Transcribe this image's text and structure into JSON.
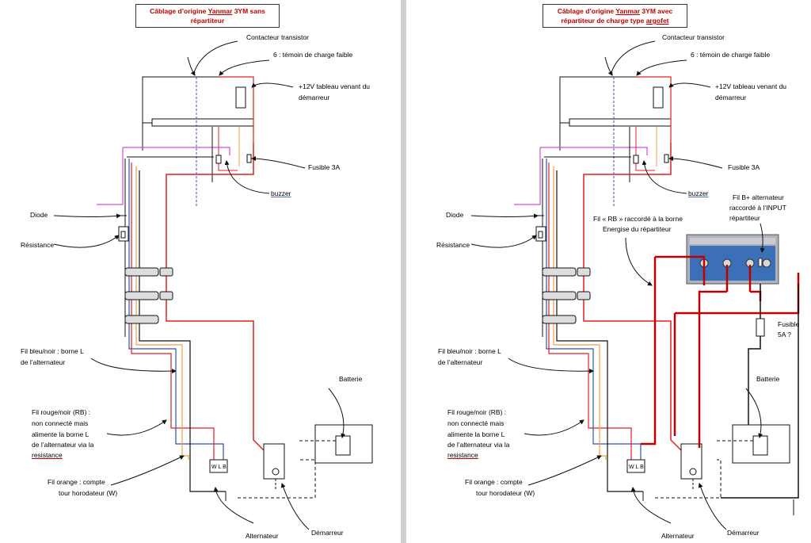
{
  "left": {
    "title_prefix": "Câblage d’origine ",
    "title_brand": "Yanmar",
    "title_suffix": " 3YM sans",
    "title_line2": "répartiteur",
    "labels": {
      "contacteur": "Contacteur transistor",
      "temoin": "6 : témoin de charge faible",
      "plus12_l1": "+12V tableau venant du",
      "plus12_l2": "démarreur",
      "fusible": "Fusible 3A",
      "buzzer": "buzzer",
      "diode": "Diode",
      "resistance": "Résistance",
      "bleu_l1": "Fil bleu/noir : borne L",
      "bleu_l2": "de l’alternateur",
      "batterie": "Batterie",
      "rb_l1": "Fil rouge/noir (RB) :",
      "rb_l2": "non connecté mais",
      "rb_l3": "alimente la borne L",
      "rb_l4": "de l’alternateur via la",
      "rb_l5": "resistance",
      "orange_l1": "Fil orange : compte",
      "orange_l2": "tour horodateur (W)",
      "alternateur": "Alternateur",
      "demarreur": "Démarreur",
      "wlb": "W L B"
    }
  },
  "right": {
    "title_prefix": "Câblage d’origine ",
    "title_brand": "Yanmar",
    "title_suffix": " 3YM avec",
    "title_line2a": "répartiteur de charge type ",
    "title_line2b": "argofet",
    "labels": {
      "contacteur": "Contacteur transistor",
      "temoin": "6 : témoin de charge faible",
      "plus12_l1": "+12V tableau venant du",
      "plus12_l2": "démarreur",
      "fusible": "Fusible 3A",
      "buzzer": "buzzer",
      "diode": "Diode",
      "resistance": "Résistance",
      "fil_rb_l1": "Fil « RB » raccordé à la borne",
      "fil_rb_l2": "Energise du répartiteur",
      "bplus_l1": "Fil B+ alternateur",
      "bplus_l2": "raccordé à l’INPUT",
      "bplus_l3": "répartiteur",
      "fusible5_l1": "Fusible",
      "fusible5_l2": "5A ?",
      "bleu_l1": "Fil bleu/noir : borne L",
      "bleu_l2": "de l’alternateur",
      "batterie": "Batterie",
      "rb_l1": "Fil rouge/noir (RB) :",
      "rb_l2": "non connecté mais",
      "rb_l3": "alimente la borne L",
      "rb_l4": "de l’alternateur via la",
      "rb_l5": "resistance",
      "orange_l1": "Fil orange : compte",
      "orange_l2": "tour horodateur (W)",
      "alternateur": "Alternateur",
      "demarreur": "Démarreur",
      "wlb": "W L B"
    }
  },
  "colors": {
    "red": "#e02020",
    "orange": "#f0a040",
    "blue": "#3050b0",
    "pink": "#d050d0",
    "black": "#111111",
    "title": "#c00000"
  }
}
